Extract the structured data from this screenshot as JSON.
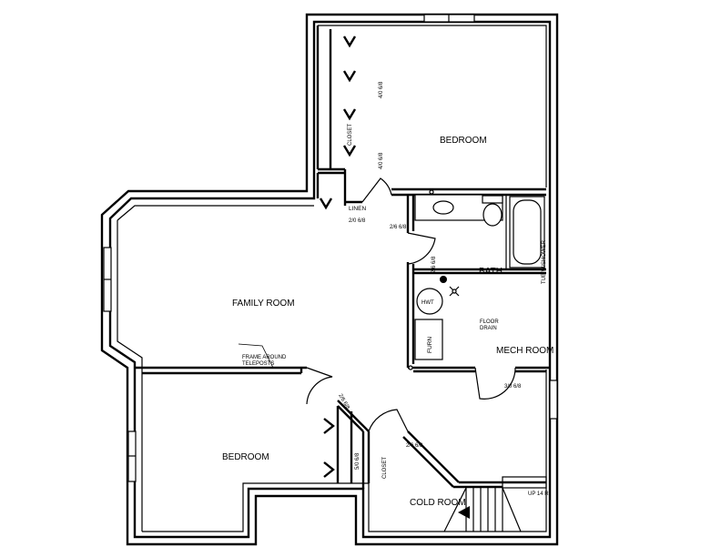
{
  "rooms": {
    "bedroom_top": "BEDROOM",
    "family_room": "FAMILY ROOM",
    "bath": "BATH",
    "mech_room": "MECH ROOM",
    "bedroom_bottom": "BEDROOM",
    "cold_room": "COLD ROOM"
  },
  "labels": {
    "closet_top": "CLOSET",
    "linen": "LINEN",
    "frame_around_teleposts": "FRAME AROUND\nTELEPOSTS",
    "floor_drain": "FLOOR\nDRAIN",
    "hwt": "HWT",
    "furn": "FURN",
    "tub_shower": "TUB W/SHOWER",
    "closet_bottom": "CLOSET",
    "up_stairs": "UP 14 R"
  },
  "doors": {
    "d_4068_a": "4/0 6/8",
    "d_4068_b": "4/0 6/8",
    "d_2068": "2/0 6/8",
    "d_2668_a": "2/6 6/8",
    "d_2668_b": "2/6 6/8",
    "d_3068_mech": "3/0 6/8",
    "d_2668_c": "2/6 6/8",
    "d_2668_d": "2/6 6/8",
    "d_5068": "5/0 6/8"
  }
}
